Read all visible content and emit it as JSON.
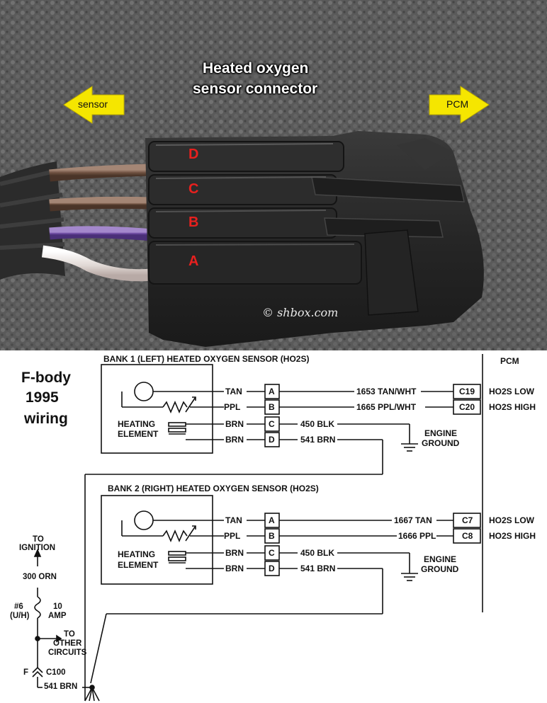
{
  "photo": {
    "title_line1": "Heated oxygen",
    "title_line2": "sensor connector",
    "left_arrow_label": "sensor",
    "right_arrow_label": "PCM",
    "pins": [
      "D",
      "C",
      "B",
      "A"
    ],
    "watermark": "© shbox.com",
    "colors": {
      "pin_label": "#e8201e",
      "arrow": "#f5e600",
      "wire_brown": "#7a5a48",
      "wire_purple": "#7a55a8",
      "wire_white": "#e8e0dc"
    }
  },
  "diagram": {
    "side_title": {
      "line1": "F-body",
      "line2": "1995",
      "line3": "wiring"
    },
    "bank1_title": "BANK 1 (LEFT) HEATED OXYGEN SENSOR (HO2S)",
    "bank2_title": "BANK 2 (RIGHT) HEATED OXYGEN SENSOR (HO2S)",
    "pcm_label": "PCM",
    "heating": "HEATING",
    "element": "ELEMENT",
    "wire_colors": [
      "TAN",
      "PPL",
      "BRN",
      "BRN"
    ],
    "terminals": [
      "A",
      "B",
      "C",
      "D"
    ],
    "bank1_circuits": [
      "1653 TAN/WHT",
      "1665 PPL/WHT",
      "450 BLK",
      "541 BRN"
    ],
    "bank2_circuits": [
      "1667 TAN",
      "1666 PPL",
      "450 BLK",
      "541 BRN"
    ],
    "bank1_pcm_pins": [
      "C19",
      "C20"
    ],
    "bank2_pcm_pins": [
      "C7",
      "C8"
    ],
    "pcm_signals": [
      "HO2S LOW",
      "HO2S HIGH"
    ],
    "engine": "ENGINE",
    "ground": "GROUND",
    "power": {
      "to": "TO",
      "ignition": "IGNITION",
      "wire": "300 ORN",
      "fuse_num": "#6",
      "fuse_loc": "(U/H)",
      "amps_num": "10",
      "amps_unit": "AMP",
      "to2": "TO",
      "other": "OTHER",
      "circuits": "CIRCUITS",
      "f": "F",
      "connector": "C100",
      "wire2": "541 BRN"
    }
  }
}
